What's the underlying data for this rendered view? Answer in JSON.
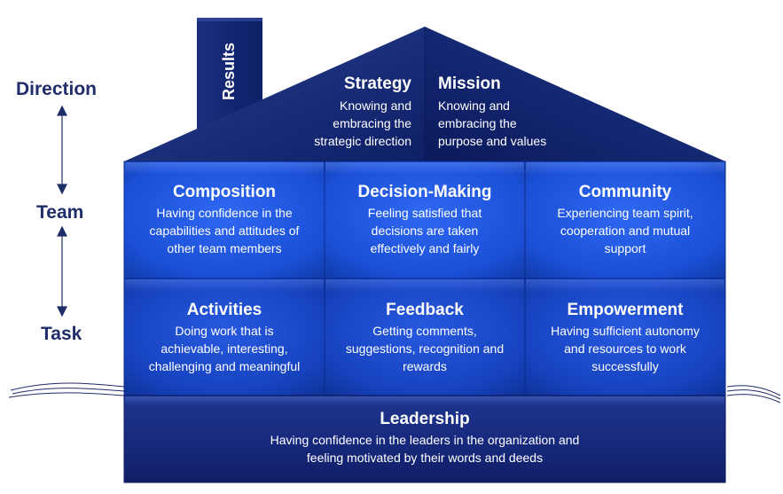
{
  "side_labels": {
    "direction": "Direction",
    "team": "Team",
    "task": "Task"
  },
  "chimney": {
    "label": "Results"
  },
  "roof": {
    "strategy": {
      "title": "Strategy",
      "lines": [
        "Knowing and",
        "embracing the",
        "strategic direction"
      ]
    },
    "mission": {
      "title": "Mission",
      "lines": [
        "Knowing and",
        "embracing the",
        "purpose and values"
      ]
    }
  },
  "team_row": [
    {
      "title": "Composition",
      "lines": [
        "Having confidence in the",
        "capabilities and attitudes of",
        "other team members"
      ]
    },
    {
      "title": "Decision-Making",
      "lines": [
        "Feeling satisfied  that",
        "decisions are taken",
        "effectively and fairly"
      ]
    },
    {
      "title": "Community",
      "lines": [
        "Experiencing team spirit,",
        "cooperation and mutual",
        "support"
      ]
    }
  ],
  "task_row": [
    {
      "title": "Activities",
      "lines": [
        "Doing work that is",
        "achievable, interesting,",
        "challenging  and meaningful"
      ]
    },
    {
      "title": "Feedback",
      "lines": [
        "Getting comments,",
        "suggestions, recognition and",
        "rewards"
      ]
    },
    {
      "title": "Empowerment",
      "lines": [
        "Having sufficient autonomy",
        "and resources to work",
        "successfully"
      ]
    }
  ],
  "foundation": {
    "title": "Leadership",
    "lines": [
      "Having confidence in the leaders in the organization and",
      "feeling motivated by their words and deeds"
    ]
  },
  "colors": {
    "label_navy": "#1f2d6b",
    "roof_dark": "#0d1f66",
    "roof_light": "#2a3f8f",
    "cell_blue": "#1a4fd6",
    "cell_blue_light": "#3a6ff0",
    "foundation_dark": "#14237a"
  }
}
